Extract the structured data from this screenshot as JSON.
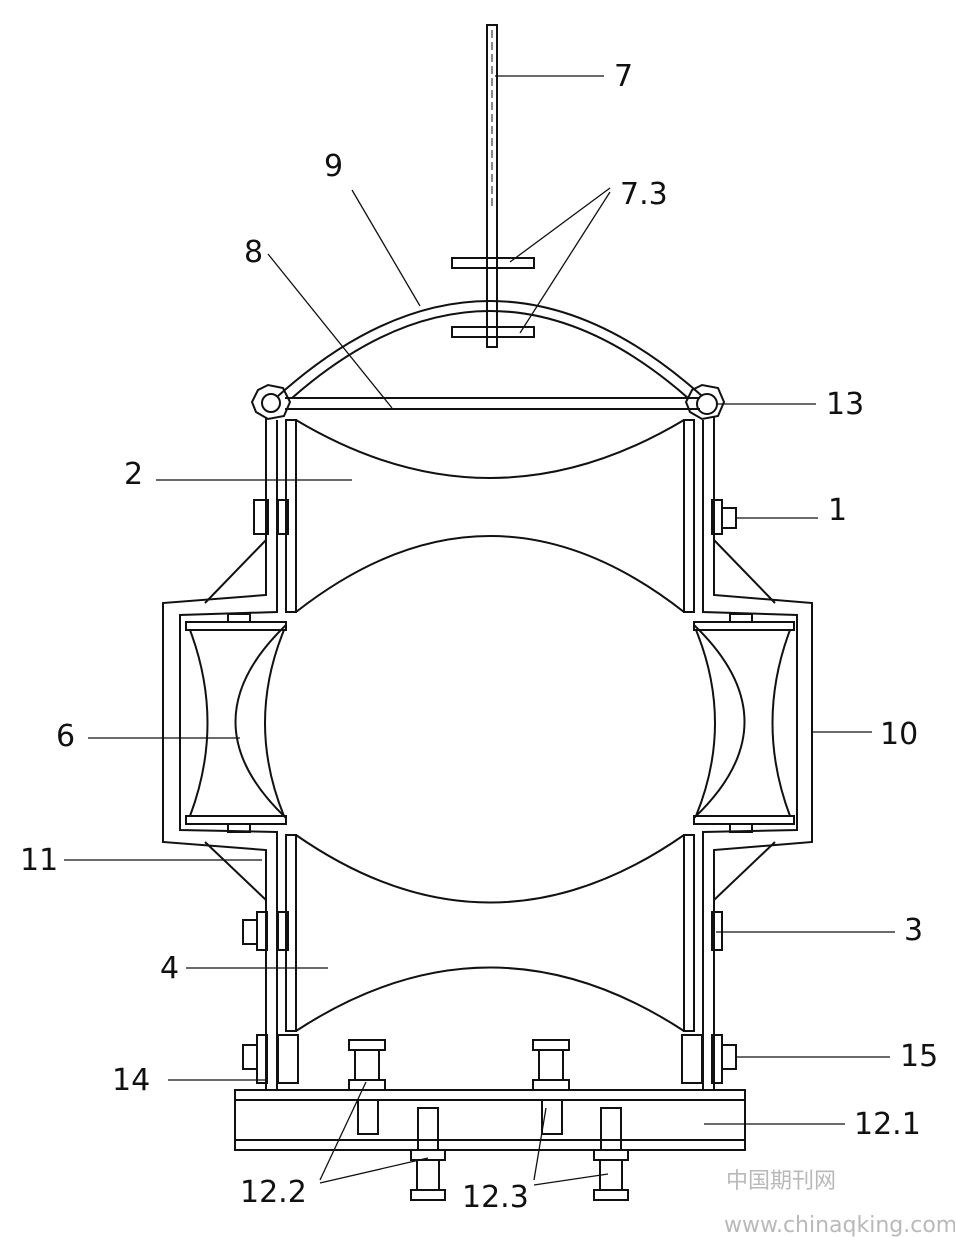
{
  "labels": {
    "l7": "7",
    "l73": "7.3",
    "l9": "9",
    "l8": "8",
    "l13": "13",
    "l2": "2",
    "l1": "1",
    "l6": "6",
    "l10": "10",
    "l11": "11",
    "l3": "3",
    "l4": "4",
    "l15": "15",
    "l14": "14",
    "l121": "12.1",
    "l122": "12.2",
    "l123": "12.3"
  },
  "watermark": {
    "cn": "中国期刊网",
    "url": "www.chinaqking.com"
  }
}
